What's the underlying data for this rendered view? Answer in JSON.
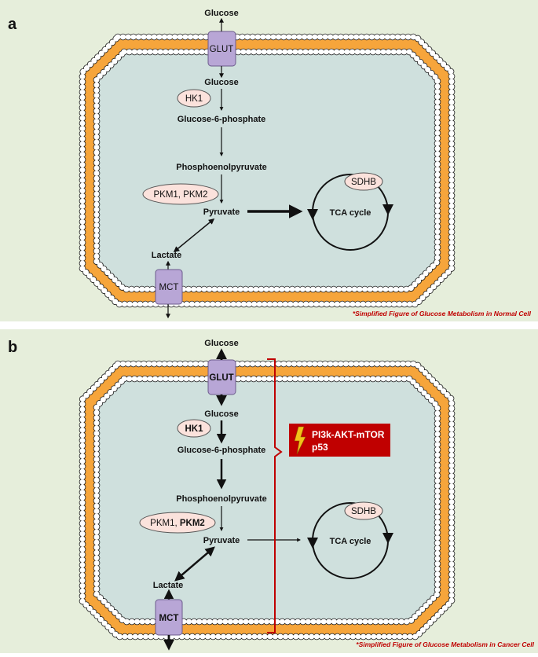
{
  "panel_a": {
    "letter": "a",
    "glucose_out": "Glucose",
    "glut": "GLUT",
    "glucose_in": "Glucose",
    "hk1": "HK1",
    "g6p": "Glucose-6-phosphate",
    "pep": "Phosphoenolpyruvate",
    "pkm_a": "PKM1, PKM2",
    "pyruvate": "Pyruvate",
    "sdhb": "SDHB",
    "tca": "TCA cycle",
    "lactate": "Lactate",
    "mct": "MCT",
    "note": "*Simplified Figure of Glucose Metabolism in Normal Cell"
  },
  "panel_b": {
    "letter": "b",
    "glucose_out": "Glucose",
    "glut": "GLUT",
    "glucose_in": "Glucose",
    "hk1": "HK1",
    "g6p": "Glucose-6-phosphate",
    "pep": "Phosphoenolpyruvate",
    "pkm1": "PKM1, ",
    "pkm2": "PKM2",
    "pyruvate": "Pyruvate",
    "sdhb": "SDHB",
    "tca": "TCA cycle",
    "lactate": "Lactate",
    "mct": "MCT",
    "signal_line1": "PI3k-AKT-mTOR",
    "signal_line2": "p53",
    "note": "*Simplified Figure of Glucose Metabolism in Cancer Cell"
  },
  "colors": {
    "panel_bg": "#e6eedb",
    "cytoplasm": "#cfe0dd",
    "membrane_orange": "#f6a53b",
    "transporter": "#b8a6d6",
    "enzyme": "#fbe2dc",
    "signal_box": "#c00000",
    "bracket": "#c00000"
  }
}
